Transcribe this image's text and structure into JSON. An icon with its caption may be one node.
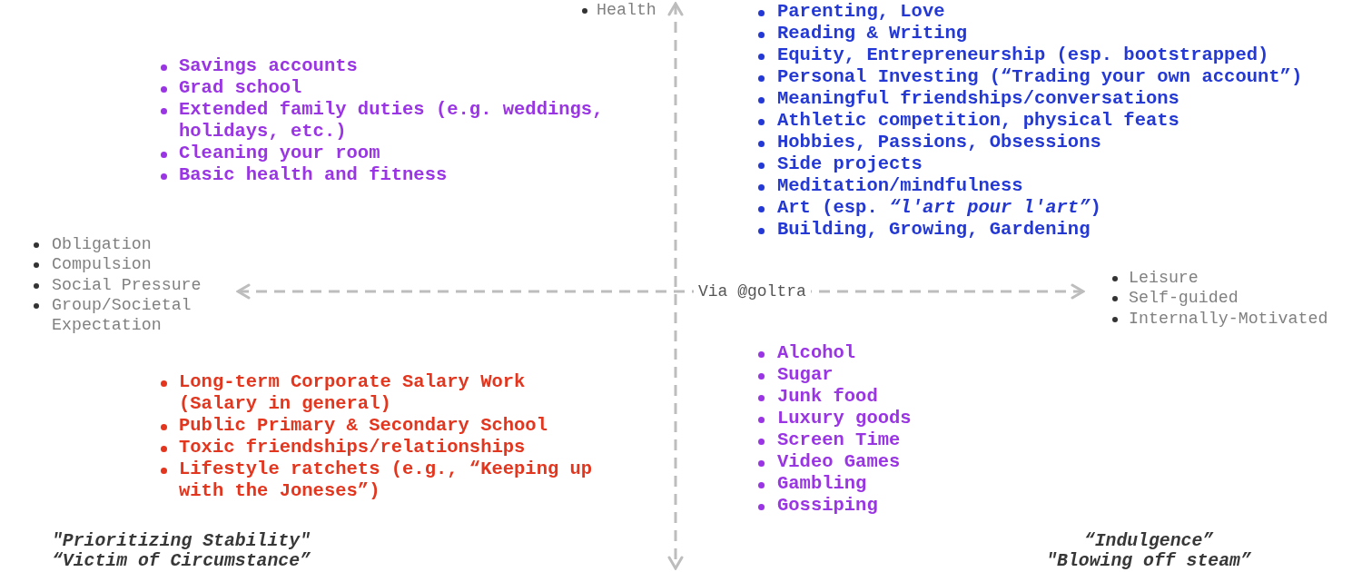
{
  "diagram": {
    "labels": [
      "Health",
      "Parenting, Love",
      "Reading & Writing",
      "Equity, Entrepreneurship (esp. bootstrapped)",
      "Personal Investing (“Trading your own account”)",
      "Meaningful friendships/conversations",
      "Athletic competition, physical feats",
      "Hobbies, Passions, Obsessions",
      "Side projects",
      "Meditation/mindfulness",
      "Art (esp. *“l'art pour l'art”*)",
      "Building, Growing, Gardening",
      "Savings accounts",
      "Grad school",
      "Extended family duties (e.g. weddings, holidays, etc.)",
      "Cleaning your room",
      "Basic health and fitness",
      "Obligation",
      "Compulsion",
      "Social Pressure",
      "Group/Societal Expectation",
      "Via @goltra",
      "Leisure",
      "Self-guided",
      "Internally-Motivated",
      "Alcohol",
      "Sugar",
      "Junk food",
      "Luxury goods",
      "Screen Time",
      "Video Games",
      "Gambling",
      "Gossiping",
      "Long-term Corporate Salary Work (Salary in general)",
      "Public Primary & Secondary School",
      "Toxic friendships/relationships",
      "Lifestyle ratchets (e.g., “Keeping up with the Joneses”)",
      "\"Prioritizing Stability\"",
      "“Victim of Circumstance”",
      "“Indulgence”",
      "\"Blowing off steam”"
    ]
  }
}
